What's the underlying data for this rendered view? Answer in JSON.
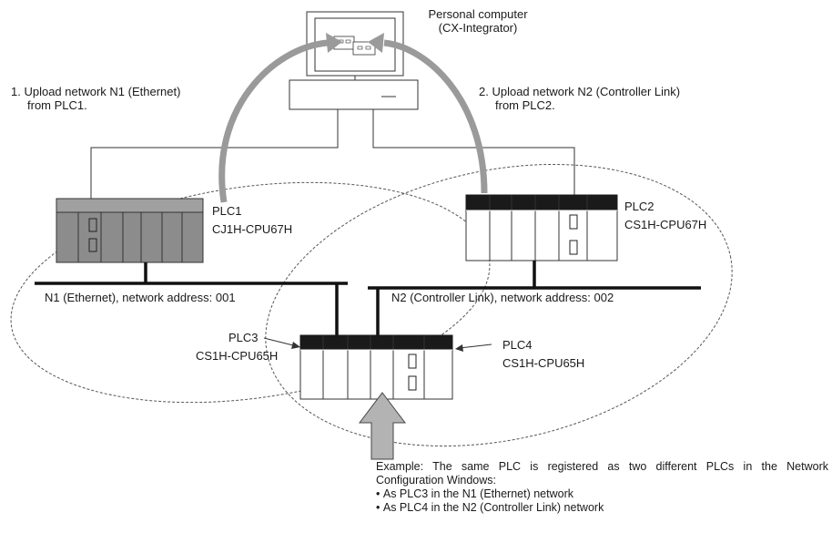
{
  "computer": {
    "label_line1": "Personal computer",
    "label_line2": "(CX-Integrator)"
  },
  "steps": [
    {
      "line1": "1. Upload network N1 (Ethernet)",
      "line2": "from PLC1."
    },
    {
      "line1": "2. Upload network N2 (Controller Link)",
      "line2": "from PLC2."
    }
  ],
  "plcs": [
    {
      "id": "PLC1",
      "model": "CJ1H-CPU67H"
    },
    {
      "id": "PLC2",
      "model": "CS1H-CPU67H"
    },
    {
      "id": "PLC3",
      "model": "CS1H-CPU65H"
    },
    {
      "id": "PLC4",
      "model": "CS1H-CPU65H"
    }
  ],
  "networks": [
    {
      "label": "N1 (Ethernet), network address: 001"
    },
    {
      "label": "N2 (Controller Link), network address: 002"
    }
  ],
  "example": {
    "line1": "Example: The same PLC is registered as two different PLCs in the Network",
    "line2": "Configuration Windows:",
    "bullets": [
      "As PLC3 in the N1 (Ethernet) network",
      "As PLC4 in the N2 (Controller Link) network"
    ]
  },
  "colors": {
    "plc1_fill": "#8c8c8c",
    "plc_header": "#1a1a1a",
    "arrow": "#9a9a9a",
    "line": "#333333"
  }
}
